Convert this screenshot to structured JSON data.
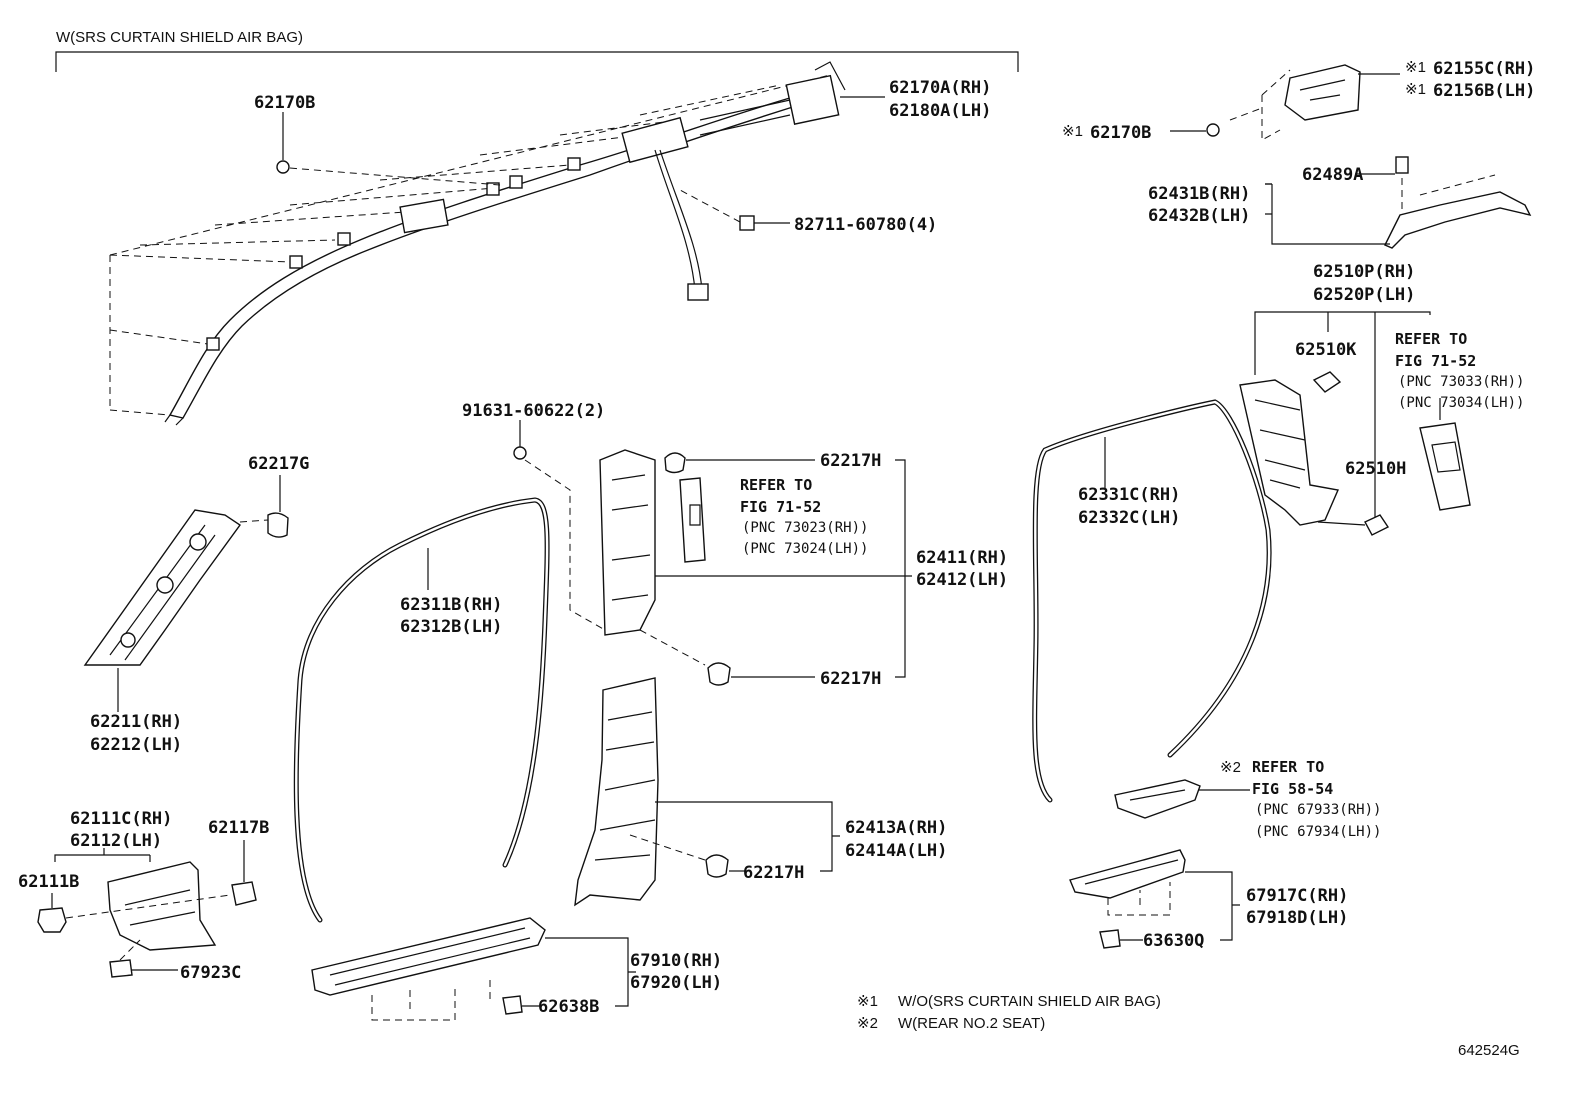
{
  "header": {
    "title": "W(SRS CURTAIN SHIELD AIR BAG)"
  },
  "labels": {
    "p62170B_top": "62170B",
    "p62170A": "62170A(RH)",
    "p62180A": "62180A(LH)",
    "p82711": "82711-60780(4)",
    "p62155C": "62155C(RH)",
    "p62156B": "62156B(LH)",
    "p62170B_right": "62170B",
    "p62489A": "62489A",
    "p62431B": "62431B(RH)",
    "p62432B": "62432B(LH)",
    "p62510P": "62510P(RH)",
    "p62520P": "62520P(LH)",
    "p62510K": "62510K",
    "p62510H": "62510H",
    "p62217G": "62217G",
    "p62211": "62211(RH)",
    "p62212": "62212(LH)",
    "p91631": "91631-60622(2)",
    "p62217H_a": "62217H",
    "p62217H_b": "62217H",
    "p62217H_c": "62217H",
    "p62311B": "62311B(RH)",
    "p62312B": "62312B(LH)",
    "p62411": "62411(RH)",
    "p62412": "62412(LH)",
    "p62331C": "62331C(RH)",
    "p62332C": "62332C(LH)",
    "p62413A": "62413A(RH)",
    "p62414A": "62414A(LH)",
    "p62111C": "62111C(RH)",
    "p62112": "62112(LH)",
    "p62111B": "62111B",
    "p62117B": "62117B",
    "p67923C": "67923C",
    "p67910": "67910(RH)",
    "p67920": "67920(LH)",
    "p62638B": "62638B",
    "p67917C": "67917C(RH)",
    "p67918D": "67918D(LH)",
    "p63630Q": "63630Q"
  },
  "markers": {
    "note1": "※1",
    "note2": "※2"
  },
  "references": {
    "center": {
      "line1": "REFER TO",
      "line2": "FIG 71-52",
      "pnc1": "(PNC 73023(RH))",
      "pnc2": "(PNC 73024(LH))"
    },
    "right": {
      "line1": "REFER TO",
      "line2": "FIG 71-52",
      "pnc1": "(PNC 73033(RH))",
      "pnc2": "(PNC 73034(LH))"
    },
    "lower": {
      "line1": "REFER TO",
      "line2": "FIG 58-54",
      "pnc1": "(PNC 67933(RH))",
      "pnc2": "(PNC 67934(LH))"
    }
  },
  "notes": {
    "n1_mark": "※1",
    "n1_text": "W/O(SRS CURTAIN SHIELD AIR BAG)",
    "n2_mark": "※2",
    "n2_text": "W(REAR NO.2 SEAT)"
  },
  "figure_id": "642524G"
}
